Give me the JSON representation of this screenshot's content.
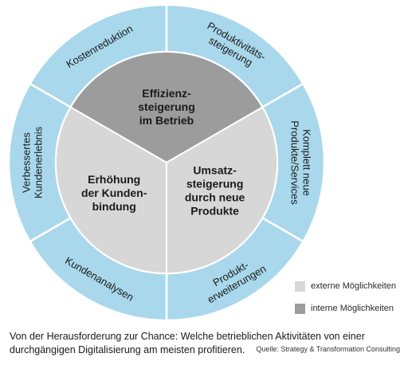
{
  "colors": {
    "ring": "#a9d8ec",
    "ring_stroke": "#ffffff",
    "external": "#d7d7d7",
    "internal": "#9c9c9c"
  },
  "diagram": {
    "outer_segments": [
      {
        "id": "kostenreduktion",
        "lines": [
          "Kostenreduktion"
        ]
      },
      {
        "id": "produktivitaetssteigerung",
        "lines": [
          "Produktivitäts-",
          "steigerung"
        ]
      },
      {
        "id": "komplett-neue-produkte",
        "lines": [
          "Komplett neue",
          "Produkte/Services"
        ]
      },
      {
        "id": "produkterweiterungen",
        "lines": [
          "Produkt-",
          "erweiterungen"
        ]
      },
      {
        "id": "kundenanalysen",
        "lines": [
          "Kundenanalysen"
        ]
      },
      {
        "id": "verbessertes-kundenerlebnis",
        "lines": [
          "Verbessertes",
          "Kundenerlebnis"
        ]
      }
    ],
    "inner_sectors": [
      {
        "id": "effizienzsteigerung",
        "type": "internal",
        "lines": [
          "Effizienz-",
          "steigerung",
          "im Betrieb"
        ]
      },
      {
        "id": "umsatzsteigerung",
        "type": "external",
        "lines": [
          "Umsatz-",
          "steigerung",
          "durch neue",
          "Produkte"
        ]
      },
      {
        "id": "kundenbindung",
        "type": "external",
        "lines": [
          "Erhöhung",
          "der Kunden-",
          "bindung"
        ]
      }
    ]
  },
  "legend": {
    "external": "externe Möglichkeiten",
    "internal": "interne Möglichkeiten"
  },
  "caption": "Von der Herausforderung zur Chance: Welche betrieblichen Aktivitäten von einer durchgängigen Digitalisierung am meisten profitieren.",
  "source": "Quelle: Strategy & Transformation Consulting"
}
